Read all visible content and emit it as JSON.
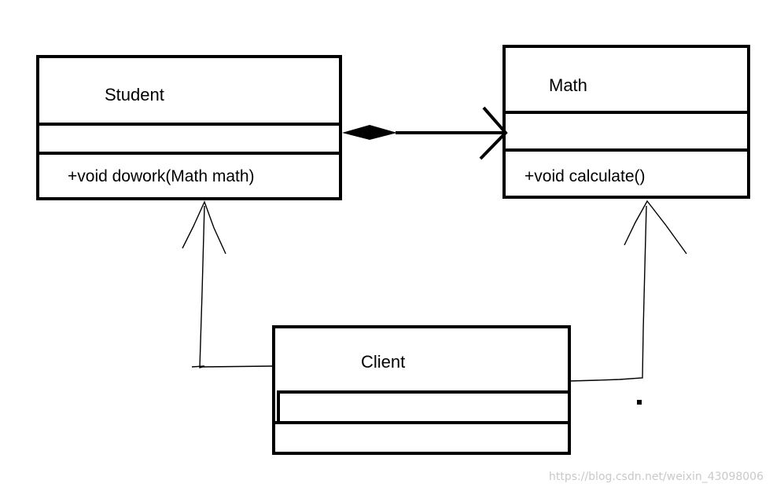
{
  "classes": {
    "student": {
      "name": "Student",
      "method": "+void dowork(Math math)"
    },
    "math": {
      "name": "Math",
      "method": "+void calculate()"
    },
    "client": {
      "name": "Client"
    }
  },
  "relations": [
    {
      "from": "Student",
      "to": "Math",
      "kind": "composition"
    },
    {
      "from": "Client",
      "to": "Student",
      "kind": "generalization"
    },
    {
      "from": "Client",
      "to": "Math",
      "kind": "generalization"
    }
  ],
  "watermark": "https://blog.csdn.net/weixin_43098006"
}
